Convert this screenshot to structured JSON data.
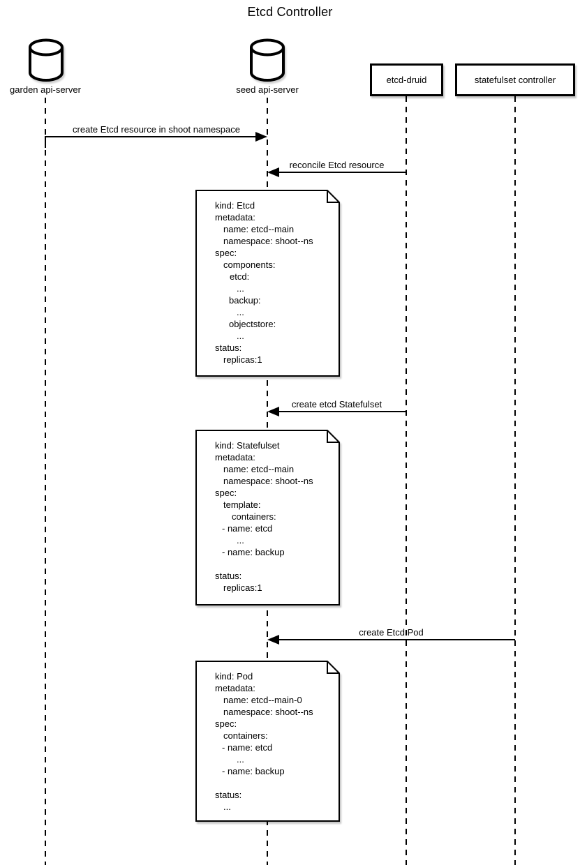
{
  "title": "Etcd Controller",
  "colors": {
    "stroke": "#000000",
    "background": "#ffffff"
  },
  "actors": [
    {
      "name": "garden api-server",
      "type": "database"
    },
    {
      "name": "seed api-server",
      "type": "database"
    },
    {
      "name": "etcd-druid",
      "type": "box"
    },
    {
      "name": "statefulset controller",
      "type": "box"
    }
  ],
  "messages": [
    {
      "label": "create Etcd resource in shoot namespace",
      "from": "garden api-server",
      "to": "seed api-server"
    },
    {
      "label": "reconcile Etcd resource",
      "from": "etcd-druid",
      "to": "seed api-server"
    },
    {
      "label": "create etcd Statefulset",
      "from": "etcd-druid",
      "to": "seed api-server"
    },
    {
      "label": "create Etcd Pod",
      "from": "statefulset controller",
      "to": "seed api-server"
    }
  ],
  "notes": [
    {
      "title": "Etcd resource yaml",
      "lines": [
        {
          "t": "kind: Etcd",
          "ind": 0
        },
        {
          "t": "metadata:",
          "ind": 0
        },
        {
          "t": "name: etcd--main",
          "ind": 12
        },
        {
          "t": "namespace: shoot--ns",
          "ind": 12
        },
        {
          "t": "spec:",
          "ind": 0
        },
        {
          "t": "components:",
          "ind": 12
        },
        {
          "t": "etcd:",
          "ind": 21
        },
        {
          "t": "...",
          "ind": 31
        },
        {
          "t": "backup:",
          "ind": 20
        },
        {
          "t": "...",
          "ind": 31
        },
        {
          "t": "objectstore:",
          "ind": 20
        },
        {
          "t": "...",
          "ind": 31
        },
        {
          "t": "status:",
          "ind": 0
        },
        {
          "t": "replicas:1",
          "ind": 12
        }
      ]
    },
    {
      "title": "Statefulset resource yaml",
      "lines": [
        {
          "t": "kind: Statefulset",
          "ind": 0
        },
        {
          "t": "metadata:",
          "ind": 0
        },
        {
          "t": "name: etcd--main",
          "ind": 12
        },
        {
          "t": "namespace: shoot--ns",
          "ind": 12
        },
        {
          "t": "spec:",
          "ind": 0
        },
        {
          "t": "template:",
          "ind": 12
        },
        {
          "t": "containers:",
          "ind": 24
        },
        {
          "t": "- name: etcd",
          "ind": 10
        },
        {
          "t": "...",
          "ind": 31
        },
        {
          "t": "- name: backup",
          "ind": 10
        },
        {
          "t": "",
          "ind": 0
        },
        {
          "t": "status:",
          "ind": 0
        },
        {
          "t": "replicas:1",
          "ind": 12
        }
      ]
    },
    {
      "title": "Pod resource yaml",
      "lines": [
        {
          "t": "kind: Pod",
          "ind": 0
        },
        {
          "t": "metadata:",
          "ind": 0
        },
        {
          "t": "name: etcd--main-0",
          "ind": 12
        },
        {
          "t": "namespace: shoot--ns",
          "ind": 12
        },
        {
          "t": "spec:",
          "ind": 0
        },
        {
          "t": "containers:",
          "ind": 12
        },
        {
          "t": "- name: etcd",
          "ind": 10
        },
        {
          "t": "...",
          "ind": 31
        },
        {
          "t": "- name: backup",
          "ind": 10
        },
        {
          "t": "",
          "ind": 0
        },
        {
          "t": "status:",
          "ind": 0
        },
        {
          "t": "...",
          "ind": 12
        }
      ]
    }
  ]
}
